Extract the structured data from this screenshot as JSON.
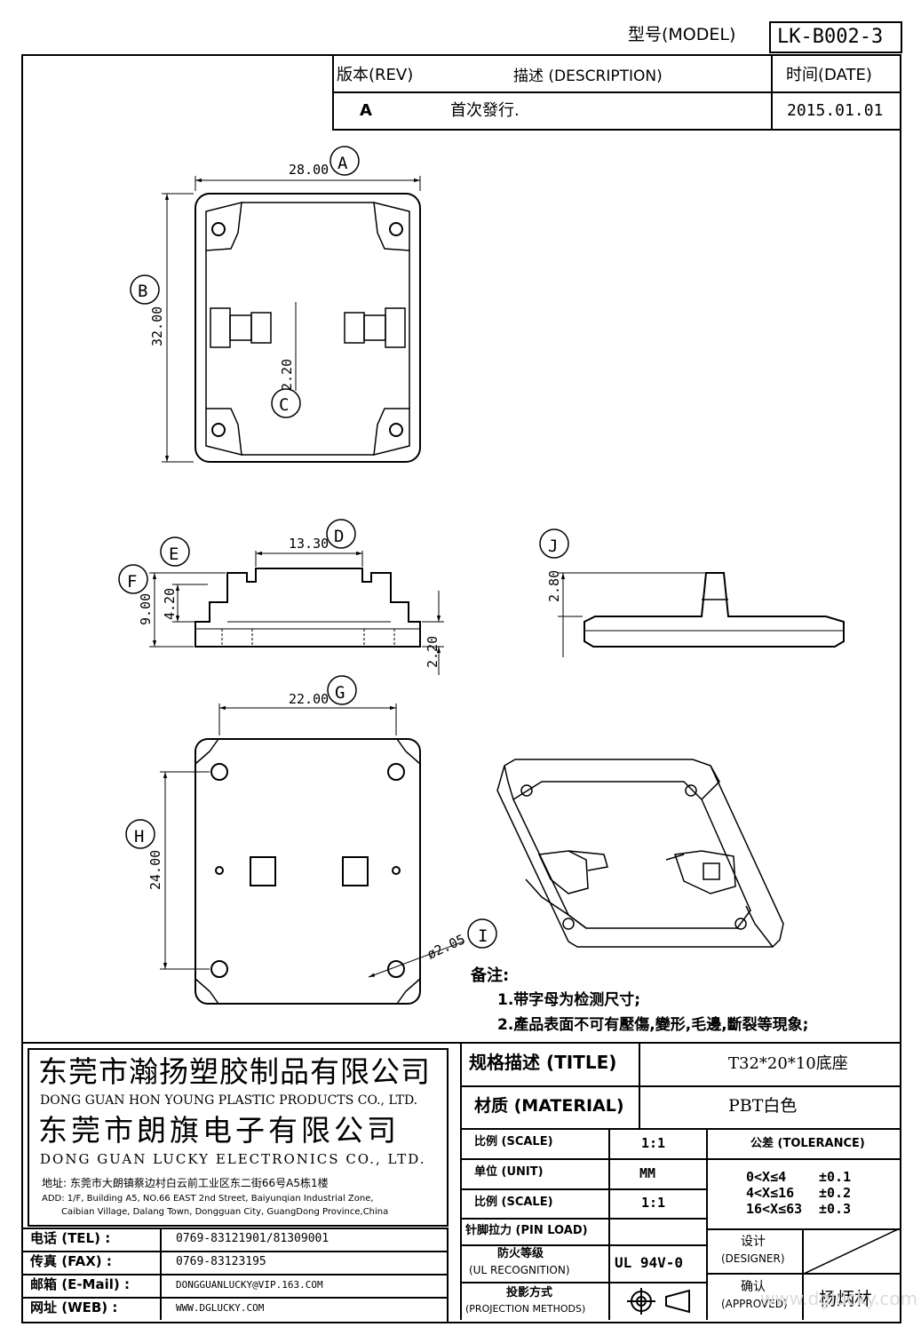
{
  "header": {
    "model_label": "型号(MODEL)",
    "model_value": "LK-B002-3"
  },
  "revision": {
    "rev_header": "版本(REV)",
    "desc_header": "描述 (DESCRIPTION)",
    "date_header": "时间(DATE)",
    "rev": "A",
    "desc": "首次發行.",
    "date": "2015.01.01"
  },
  "dimensions": {
    "A": {
      "letter": "A",
      "value": "28.00"
    },
    "B": {
      "letter": "B",
      "value": "32.00"
    },
    "C": {
      "letter": "C",
      "value": "2.20"
    },
    "D": {
      "letter": "D",
      "value": "13.30"
    },
    "E": {
      "letter": "E",
      "value": "4.20"
    },
    "F": {
      "letter": "F",
      "value": "9.00"
    },
    "J": {
      "letter": "J",
      "value": "2.80"
    },
    "K": {
      "value": "2.20"
    },
    "G": {
      "letter": "G",
      "value": "22.00"
    },
    "H": {
      "letter": "H",
      "value": "24.00"
    },
    "I": {
      "letter": "I",
      "value": "ø2.05"
    }
  },
  "notes": {
    "title": "备注:",
    "items": [
      "1.带字母为检测尺寸;",
      "2.產品表面不可有壓傷,變形,毛邊,斷裂等現象;"
    ]
  },
  "company": {
    "name1": "东莞市瀚扬塑胶制品有限公司",
    "name1_en": "DONG GUAN HON YOUNG PLASTIC PRODUCTS CO., LTD.",
    "name2": "东莞市朗旗电子有限公司",
    "name2_en": "DONG GUAN LUCKY ELECTRONICS CO., LTD.",
    "address_cn": "地址: 东莞市大朗镇蔡边村白云前工业区东二街66号A5栋1楼",
    "address_en1": "ADD: 1/F, Building A5, NO.66 EAST 2nd Street, Baiyunqian Industrial Zone,",
    "address_en2": "Caibian Village, Dalang Town, Dongguan City, GuangDong Province,China"
  },
  "contacts": [
    {
      "label": "电话 (TEL) :",
      "value": "0769-83121901/81309001"
    },
    {
      "label": "传真 (FAX) :",
      "value": "0769-83123195"
    },
    {
      "label": "邮箱 (E-Mail) :",
      "value": "DONGGUANLUCKY@VIP.163.COM"
    },
    {
      "label": "网址 (WEB) :",
      "value": "WWW.DGLUCKY.COM"
    }
  ],
  "spec": {
    "title_label": "规格描述 (TITLE)",
    "title_value": "T32*20*10底座",
    "material_label": "材质 (MATERIAL)",
    "material_value": "PBT白色",
    "scale_label": "比例 (SCALE)",
    "scale_value": "1:1",
    "unit_label": "单位 (UNIT)",
    "unit_value": "MM",
    "scale2_label": "比例 (SCALE)",
    "scale2_value": "1:1",
    "pinload_label": "针脚拉力 (PIN LOAD)",
    "ul_label1": "防火等级",
    "ul_label2": "(UL RECOGNITION)",
    "ul_value": "UL 94V-0",
    "proj_label1": "投影方式",
    "proj_label2": "(PROJECTION METHODS)",
    "tolerance_label": "公差 (TOLERANCE)",
    "tolerances": [
      {
        "range": "0<X≤4",
        "tol": "±0.1"
      },
      {
        "range": "4<X≤16",
        "tol": "±0.2"
      },
      {
        "range": "16<X≤63",
        "tol": "±0.3"
      }
    ],
    "designer_label1": "设计",
    "designer_label2": "(DESIGNER)",
    "approved_label1": "确认",
    "approved_label2": "(APPROVED)",
    "approved_value": "杨炳林"
  },
  "watermark": "www.dglucky.com"
}
